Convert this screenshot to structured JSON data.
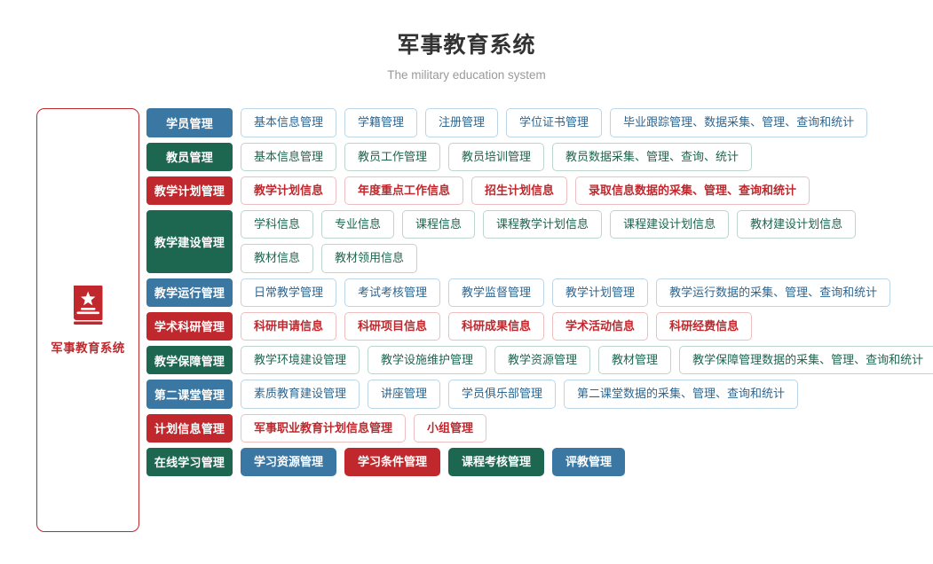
{
  "header": {
    "title": "军事教育系统",
    "subtitle": "The military education system"
  },
  "sidebar": {
    "icon": "book-star-icon",
    "label": "军事教育系统",
    "accent_color": "#c0282d"
  },
  "colors": {
    "blue": "#3b77a3",
    "green": "#1d6650",
    "red": "#c0282d",
    "blue_border": "#bcd5e6",
    "green_border": "#bcd6cb",
    "red_border": "#edbfc1",
    "title": "#333333",
    "subtitle": "#9a9a9a"
  },
  "rows": [
    {
      "category": "学员管理",
      "color": "blue",
      "style": "outline",
      "lines": [
        [
          "基本信息管理",
          "学籍管理",
          "注册管理",
          "学位证书管理",
          "毕业跟踪管理、数据采集、管理、查询和统计"
        ]
      ]
    },
    {
      "category": "教员管理",
      "color": "green",
      "style": "outline",
      "lines": [
        [
          "基本信息管理",
          "教员工作管理",
          "教员培训管理",
          "教员数据采集、管理、查询、统计"
        ]
      ]
    },
    {
      "category": "教学计划管理",
      "color": "red",
      "style": "outline",
      "lines": [
        [
          "教学计划信息",
          "年度重点工作信息",
          "招生计划信息",
          "录取信息数据的采集、管理、查询和统计"
        ]
      ]
    },
    {
      "category": "教学建设管理",
      "color": "green",
      "style": "outline",
      "lines": [
        [
          "学科信息",
          "专业信息",
          "课程信息",
          "课程教学计划信息",
          "课程建设计划信息",
          "教材建设计划信息"
        ],
        [
          "教材信息",
          "教材领用信息"
        ]
      ]
    },
    {
      "category": "教学运行管理",
      "color": "blue",
      "style": "outline",
      "lines": [
        [
          "日常教学管理",
          "考试考核管理",
          "教学监督管理",
          "教学计划管理",
          "教学运行数据的采集、管理、查询和统计"
        ]
      ]
    },
    {
      "category": "学术科研管理",
      "color": "red",
      "style": "outline",
      "lines": [
        [
          "科研申请信息",
          "科研项目信息",
          "科研成果信息",
          "学术活动信息",
          "科研经费信息"
        ]
      ]
    },
    {
      "category": "教学保障管理",
      "color": "green",
      "style": "outline",
      "lines": [
        [
          "教学环境建设管理",
          "教学设施维护管理",
          "教学资源管理",
          "教材管理",
          "教学保障管理数据的采集、管理、查询和统计"
        ]
      ]
    },
    {
      "category": "第二课堂管理",
      "color": "blue",
      "style": "outline",
      "lines": [
        [
          "素质教育建设管理",
          "讲座管理",
          "学员俱乐部管理",
          "第二课堂数据的采集、管理、查询和统计"
        ]
      ]
    },
    {
      "category": "计划信息管理",
      "color": "red",
      "style": "outline",
      "lines": [
        [
          "军事职业教育计划信息管理",
          "小组管理"
        ]
      ]
    },
    {
      "category": "在线学习管理",
      "color": "green",
      "style": "solid",
      "lines": [
        [
          "学习资源管理",
          "学习条件管理",
          "课程考核管理",
          "评教管理"
        ]
      ],
      "solid_colors": [
        [
          "blue",
          "red",
          "green",
          "blue"
        ]
      ]
    }
  ]
}
